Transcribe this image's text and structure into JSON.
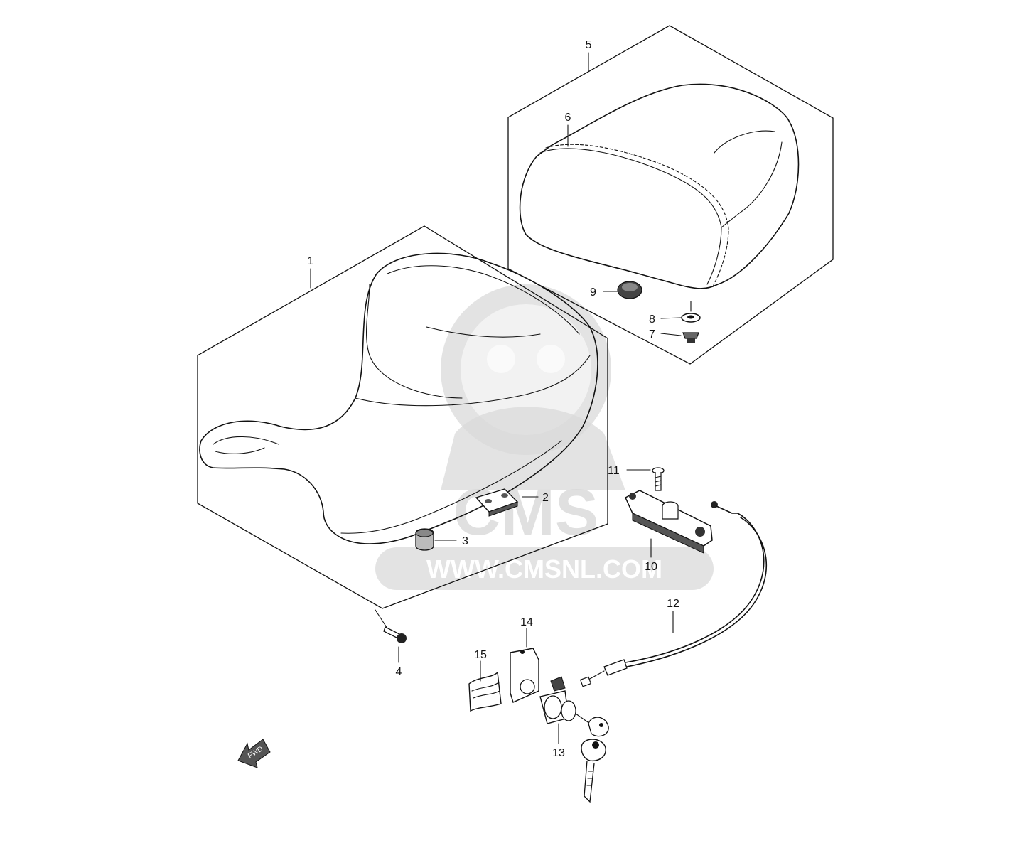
{
  "watermark": {
    "logo_text": "CMS",
    "url_text": "WWW.CMSNL.COM"
  },
  "fwd_label": "FWD",
  "parts": [
    {
      "ref": "1"
    },
    {
      "ref": "2"
    },
    {
      "ref": "3"
    },
    {
      "ref": "4"
    },
    {
      "ref": "5"
    },
    {
      "ref": "6"
    },
    {
      "ref": "7"
    },
    {
      "ref": "8"
    },
    {
      "ref": "9"
    },
    {
      "ref": "10"
    },
    {
      "ref": "11"
    },
    {
      "ref": "12"
    },
    {
      "ref": "13"
    },
    {
      "ref": "14"
    },
    {
      "ref": "15"
    }
  ]
}
